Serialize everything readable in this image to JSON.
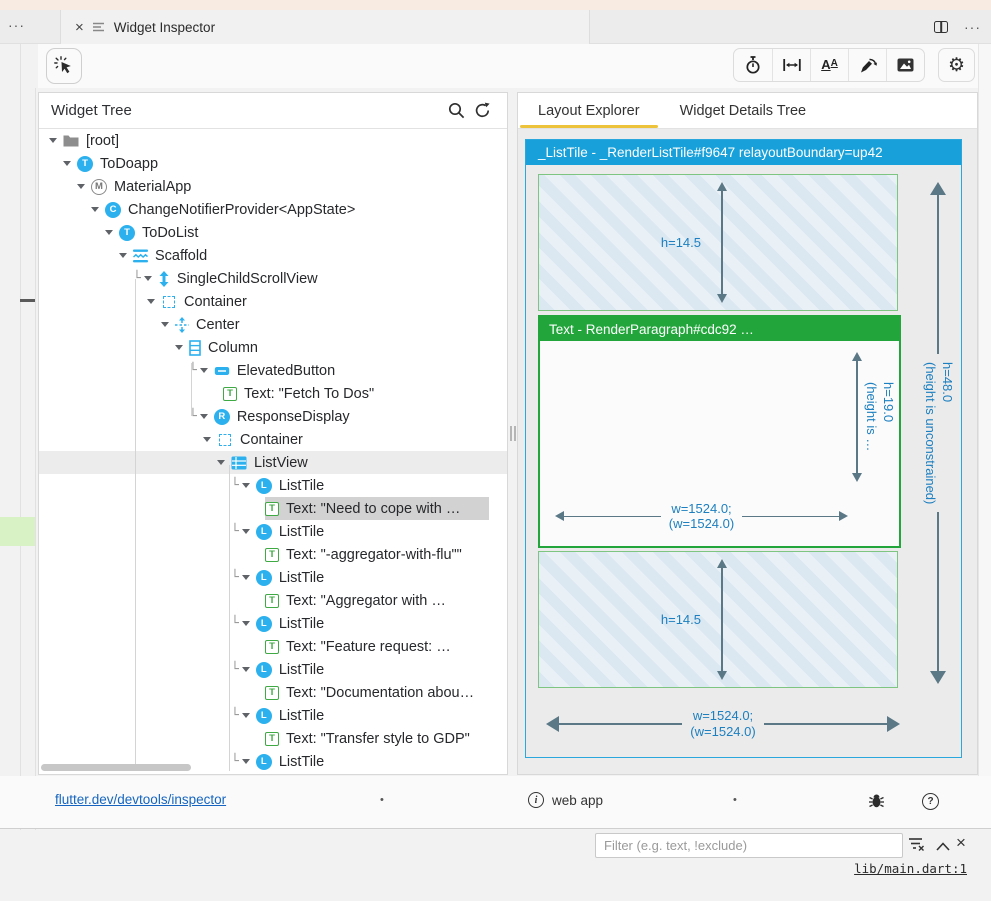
{
  "window": {
    "overflow_left": "···",
    "tab": {
      "close": "×",
      "title": "Widget Inspector"
    },
    "overflow_right": "···"
  },
  "toolbar": {
    "inspect_button_icon": "tap-inspect-cursor-icon",
    "toggles": [
      "slow-animations-icon",
      "show-guidelines-icon",
      "show-baselines-icon",
      "highlight-repaints-icon",
      "highlight-oversized-images-icon"
    ],
    "baselines_glyph_1": "A",
    "baselines_glyph_2": "A",
    "settings_icon": "⚙"
  },
  "widget_tree": {
    "title": "Widget Tree",
    "nodes": [
      {
        "label": "[root]",
        "icon": "folder",
        "level": 0
      },
      {
        "label": "ToDoapp",
        "icon": "circle",
        "letter": "T",
        "level": 1
      },
      {
        "label": "MaterialApp",
        "icon": "circle-outline",
        "letter": "M",
        "level": 2
      },
      {
        "label": "ChangeNotifierProvider<AppState>",
        "icon": "circle",
        "letter": "C",
        "level": 3
      },
      {
        "label": "ToDoList",
        "icon": "circle",
        "letter": "T",
        "level": 4
      },
      {
        "label": "Scaffold",
        "icon": "scaffold",
        "level": 5
      },
      {
        "label": "SingleChildScrollView",
        "icon": "scroll",
        "level": 6,
        "elbow": true
      },
      {
        "label": "Container",
        "icon": "container",
        "level": 7
      },
      {
        "label": "Center",
        "icon": "center",
        "level": 8
      },
      {
        "label": "Column",
        "icon": "column",
        "level": 9
      },
      {
        "label": "ElevatedButton",
        "icon": "button",
        "level": 10,
        "elbow": true
      },
      {
        "label": "Text: \"Fetch To Dos\"",
        "icon": "text",
        "letter": "T",
        "level": 11,
        "leaf": true
      },
      {
        "label": "ResponseDisplay",
        "icon": "circle",
        "letter": "R",
        "level": 10,
        "elbow": true
      },
      {
        "label": "Container",
        "icon": "container",
        "level": 11
      },
      {
        "label": "ListView",
        "icon": "listview",
        "level": 12,
        "highlight": "row"
      },
      {
        "label": "ListTile",
        "icon": "circle",
        "letter": "L",
        "level": 13,
        "elbow": true
      },
      {
        "label": "Text: \"Need to cope with …",
        "icon": "text",
        "letter": "T",
        "level": 14,
        "leaf": true,
        "highlight": "selected"
      },
      {
        "label": "ListTile",
        "icon": "circle",
        "letter": "L",
        "level": 13,
        "elbow": true
      },
      {
        "label": "Text: \"-aggregator-with-flu\"\"",
        "icon": "text",
        "letter": "T",
        "level": 14,
        "leaf": true
      },
      {
        "label": "ListTile",
        "icon": "circle",
        "letter": "L",
        "level": 13,
        "elbow": true
      },
      {
        "label": "Text: \"Aggregator with …",
        "icon": "text",
        "letter": "T",
        "level": 14,
        "leaf": true
      },
      {
        "label": "ListTile",
        "icon": "circle",
        "letter": "L",
        "level": 13,
        "elbow": true
      },
      {
        "label": "Text: \"Feature request: …",
        "icon": "text",
        "letter": "T",
        "level": 14,
        "leaf": true
      },
      {
        "label": "ListTile",
        "icon": "circle",
        "letter": "L",
        "level": 13,
        "elbow": true
      },
      {
        "label": "Text: \"Documentation abou…",
        "icon": "text",
        "letter": "T",
        "level": 14,
        "leaf": true
      },
      {
        "label": "ListTile",
        "icon": "circle",
        "letter": "L",
        "level": 13,
        "elbow": true
      },
      {
        "label": "Text: \"Transfer style to GDP\"",
        "icon": "text",
        "letter": "T",
        "level": 14,
        "leaf": true
      },
      {
        "label": "ListTile",
        "icon": "circle",
        "letter": "L",
        "level": 13,
        "elbow": true
      }
    ]
  },
  "inspector_tabs": [
    {
      "label": "Layout Explorer",
      "active": true
    },
    {
      "label": "Widget Details Tree",
      "active": false
    }
  ],
  "layout": {
    "root_title": "_ListTile - _RenderListTile#f9647 relayoutBoundary=up42",
    "text_title": "Text - RenderParagraph#cdc92 …",
    "top_h": "h=14.5",
    "bottom_h": "h=14.5",
    "inner_h_line1": "h=19.0",
    "inner_h_line2": "(height is …",
    "inner_w_line1": "w=1524.0;",
    "inner_w_line2": "(w=1524.0)",
    "outer_h_line1": "h=48.0",
    "outer_h_line2": "(height is unconstrained)",
    "outer_w_line1": "w=1524.0;",
    "outer_w_line2": "(w=1524.0)"
  },
  "statusbar": {
    "link": "flutter.dev/devtools/inspector",
    "dot1": "•",
    "app_type": "web app",
    "dot2": "•"
  },
  "footer": {
    "filter_placeholder": "Filter (e.g. text, !exclude)",
    "file_link": "lib/main.dart:1"
  },
  "colors": {
    "accent_blue_header": "#18a0da",
    "accent_green_header": "#22a63c",
    "widget_icon_blue": "#2cb1ee",
    "dimension_text_blue": "#1c7fc0",
    "arrow_slate": "#5a7886",
    "active_tab_underline": "#eec33c",
    "selected_row_gray": "#d2d2d2"
  }
}
